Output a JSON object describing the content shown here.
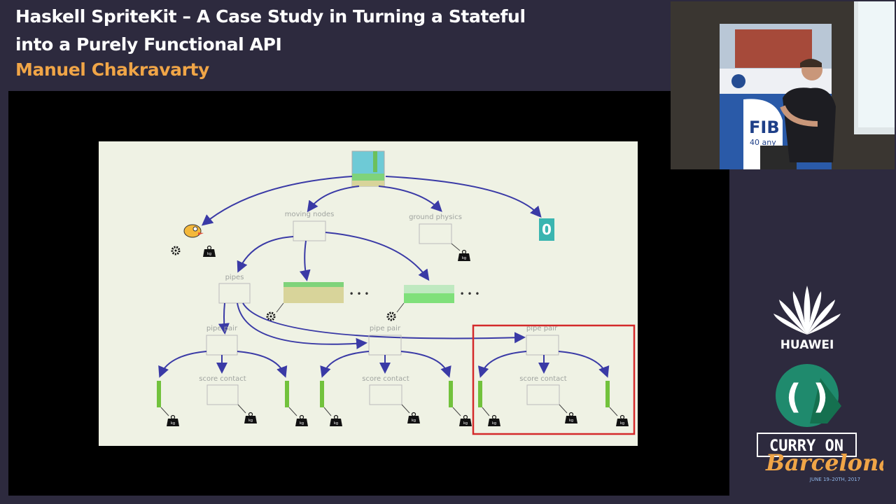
{
  "talk": {
    "title_line1": "Haskell SpriteKit – A Case Study in Turning a Stateful",
    "title_line2": "into a Purely Functional API",
    "speaker": "Manuel Chakravarty"
  },
  "slide": {
    "labels": {
      "moving_nodes": "moving nodes",
      "ground_physics": "ground physics",
      "pipes": "pipes",
      "pipe_pair": "pipe pair",
      "score_contact": "score contact",
      "ellipsis": "• • •",
      "score": "0",
      "weight": "kg"
    },
    "highlight_color": "#d42a2a"
  },
  "camera": {
    "banner_text": "FIB",
    "banner_sub": "40 any"
  },
  "sponsors": {
    "huawei": "HUAWEI",
    "curry_on": "CURRY ON",
    "barcelona": "Barcelona!",
    "dates": "JUNE 19–20TH, 2017"
  }
}
